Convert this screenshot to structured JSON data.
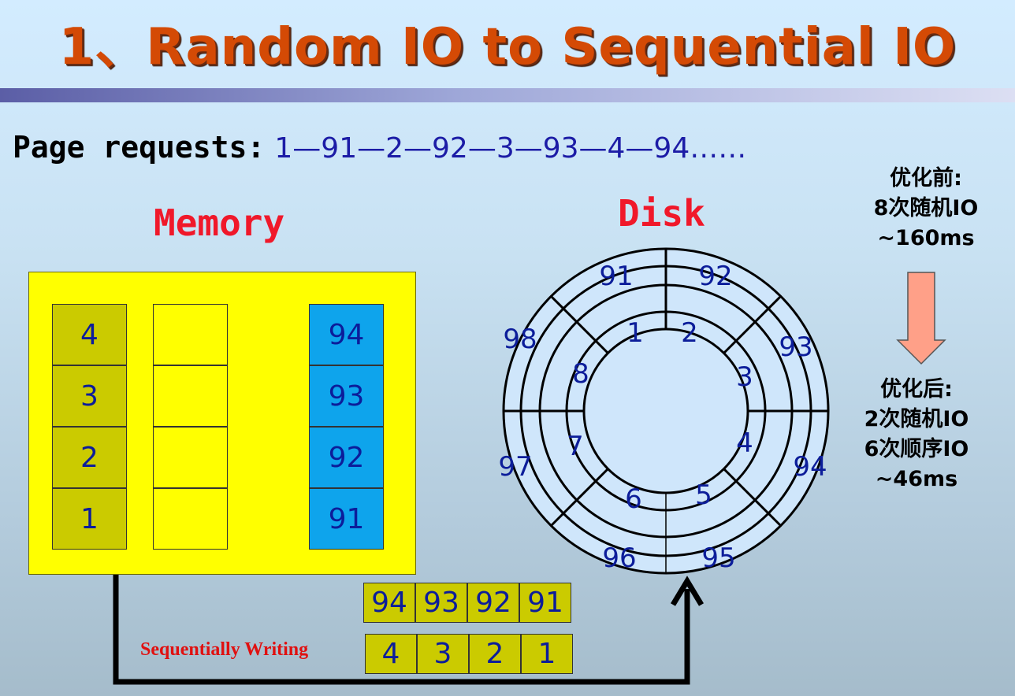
{
  "title": "1、Random IO to Sequential IO",
  "page_requests": {
    "label": "Page requests:",
    "sequence": "1—91—2—92—3—93—4—94……"
  },
  "memory": {
    "label": "Memory",
    "left_column": [
      "4",
      "3",
      "2",
      "1"
    ],
    "right_column": [
      "94",
      "93",
      "92",
      "91"
    ]
  },
  "disk": {
    "label": "Disk",
    "outer_sectors": [
      "91",
      "92",
      "93",
      "94",
      "95",
      "96",
      "97",
      "98"
    ],
    "inner_sectors": [
      "1",
      "2",
      "3",
      "4",
      "5",
      "6",
      "7",
      "8"
    ]
  },
  "before": {
    "heading": "优化前:",
    "line1": "8次随机IO",
    "line2": "~160ms"
  },
  "after": {
    "heading": "优化后:",
    "line1": "2次随机IO",
    "line2": "6次顺序IO",
    "line3": "~46ms"
  },
  "sequential_strip_top": [
    "94",
    "93",
    "92",
    "91"
  ],
  "sequential_strip_bottom": [
    "4",
    "3",
    "2",
    "1"
  ],
  "sequential_writing_label": "Sequentially Writing",
  "colors": {
    "title": "#d44a05",
    "memory_bg": "#ffff00",
    "olive_cell": "#cbcb00",
    "blue_cell": "#0ea4ec",
    "disk_fill": "#cfe6fb",
    "number_text": "#0c1d9a",
    "arrow_fill": "#ffa088",
    "section_label": "#f0182a"
  }
}
